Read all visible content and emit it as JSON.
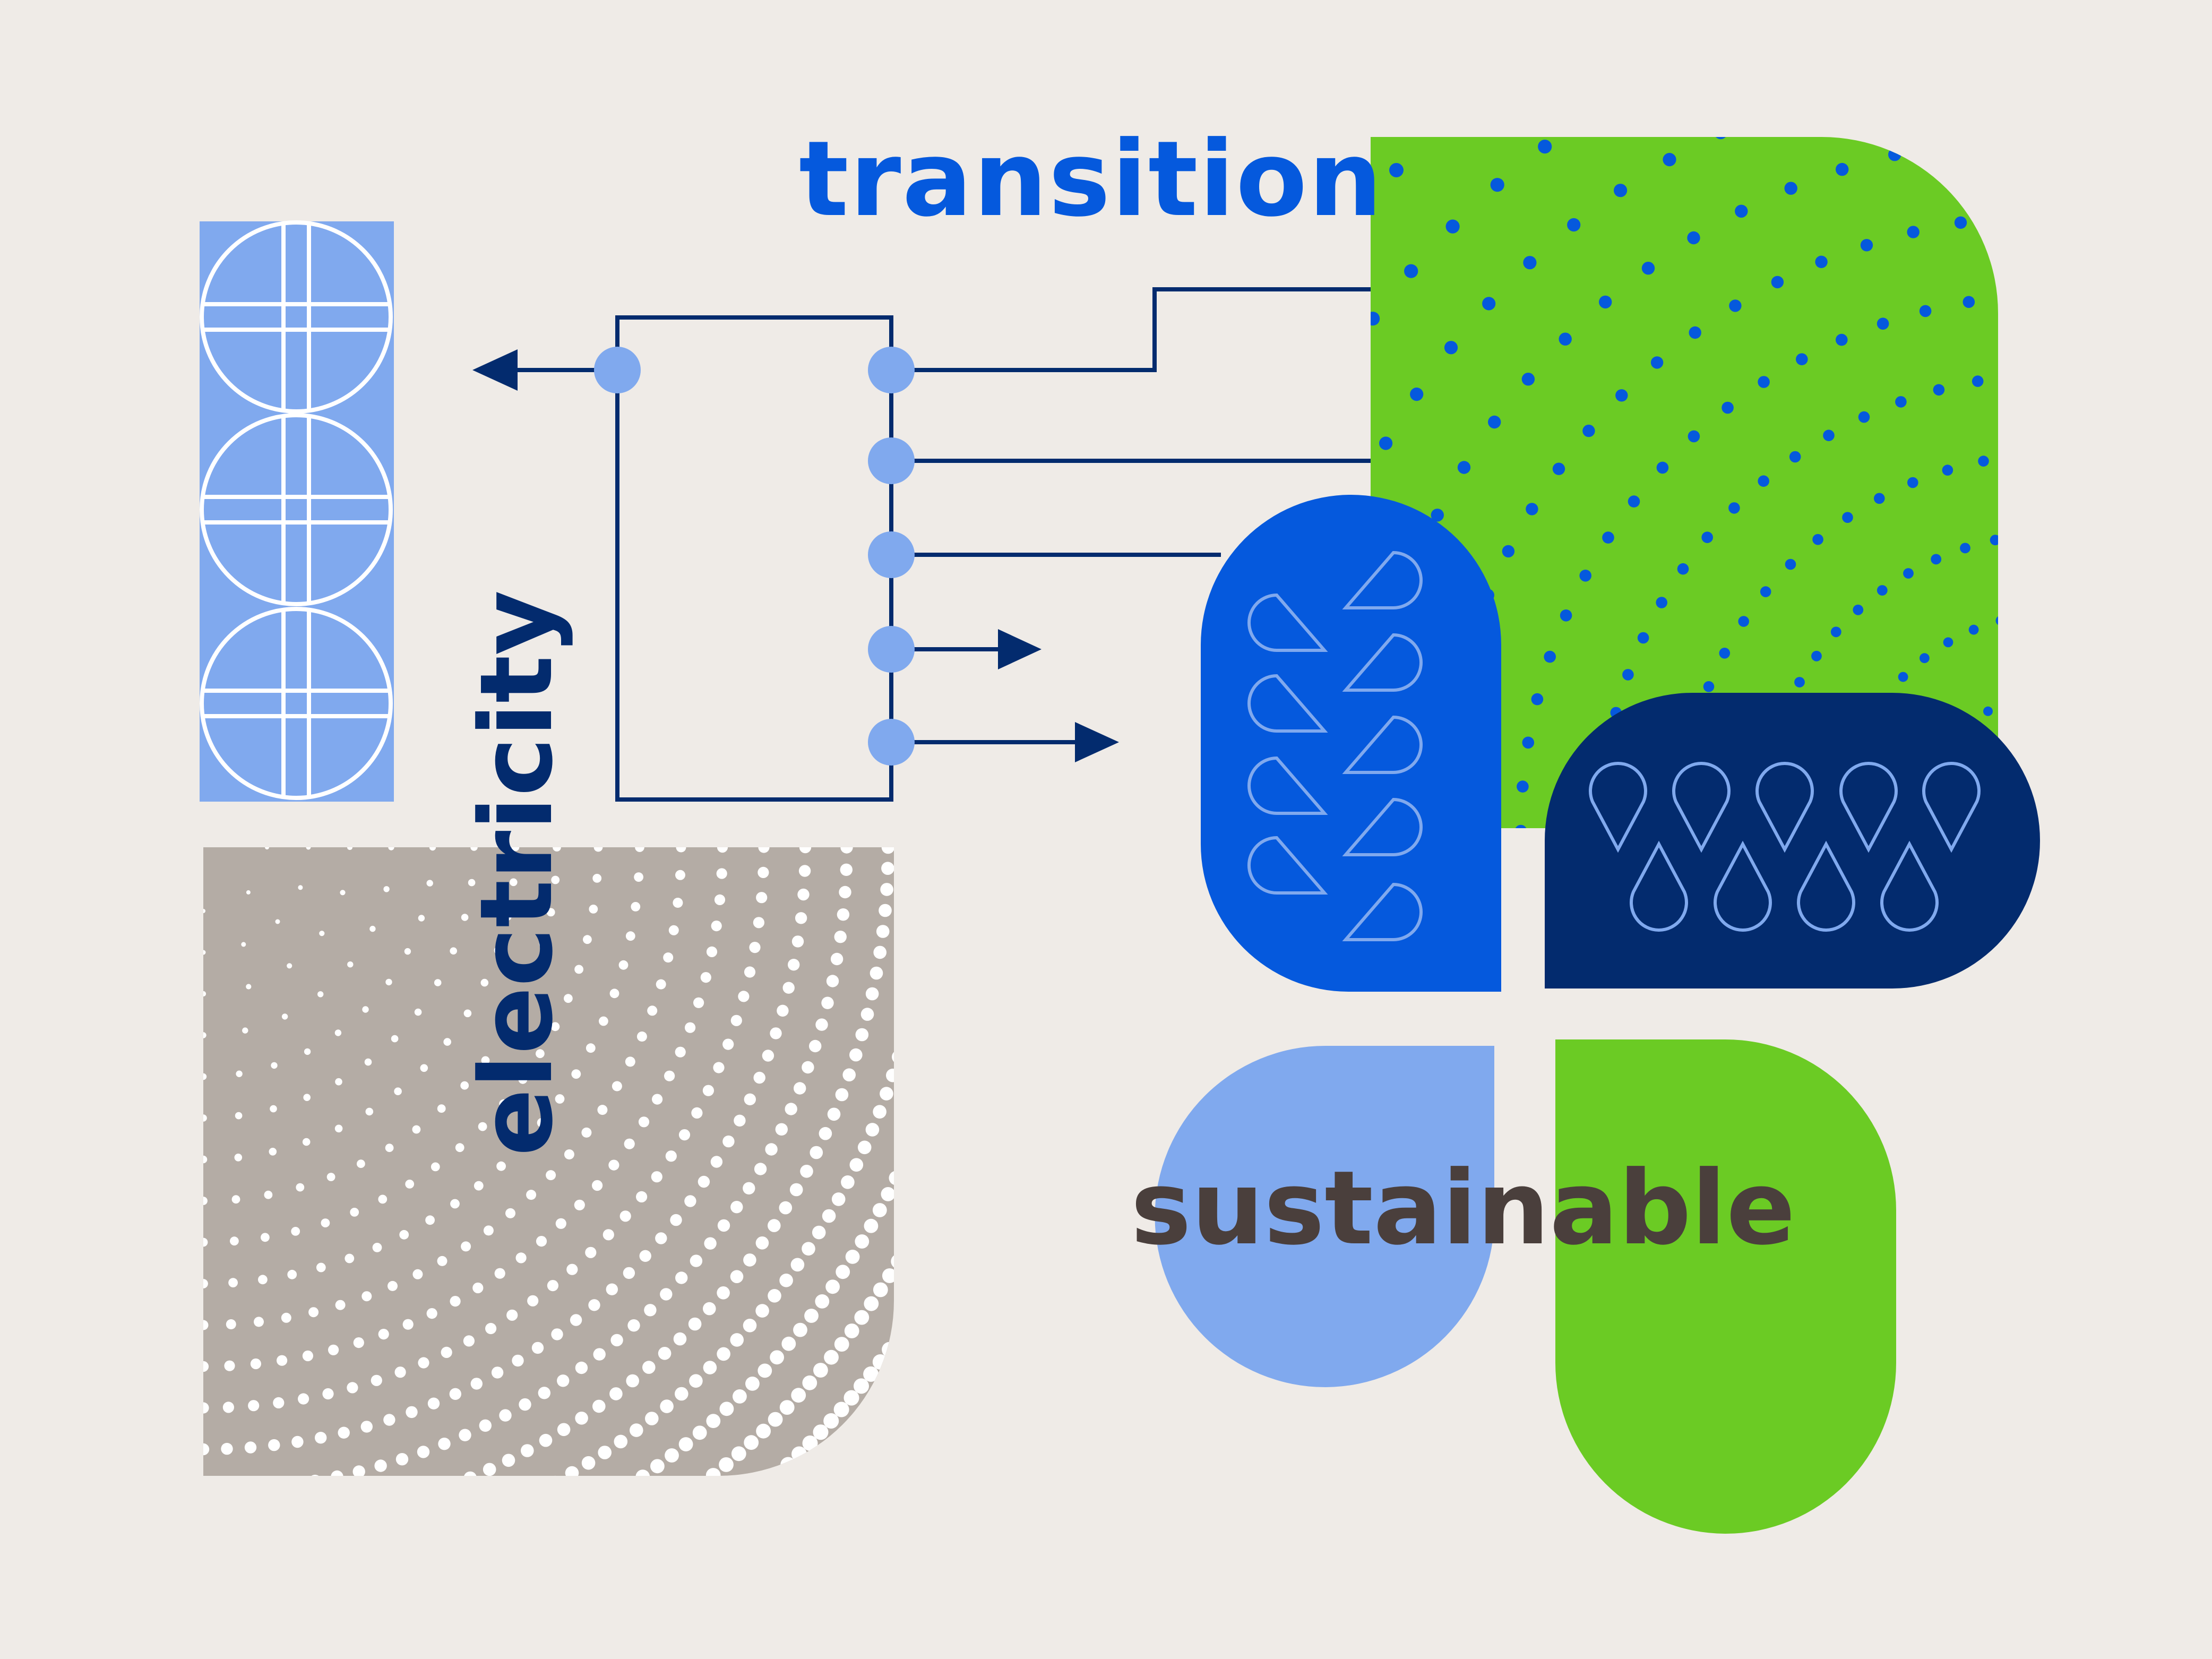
{
  "words": {
    "transition": "transition",
    "electricity": "electricity",
    "sustainable": "sustainable"
  },
  "colors": {
    "background": "#efebe7",
    "royal_blue": "#0559dd",
    "navy": "#032b6e",
    "light_blue": "#80a9ee",
    "lime_green": "#6bcb24",
    "taupe": "#b4aca5",
    "dark_text": "#4a3f3c",
    "white": "#ffffff"
  },
  "icons": [
    "circle-grid-tile-icon",
    "connector-diagram-icon",
    "water-drop-pattern-icon",
    "dot-arc-pattern-icon"
  ]
}
